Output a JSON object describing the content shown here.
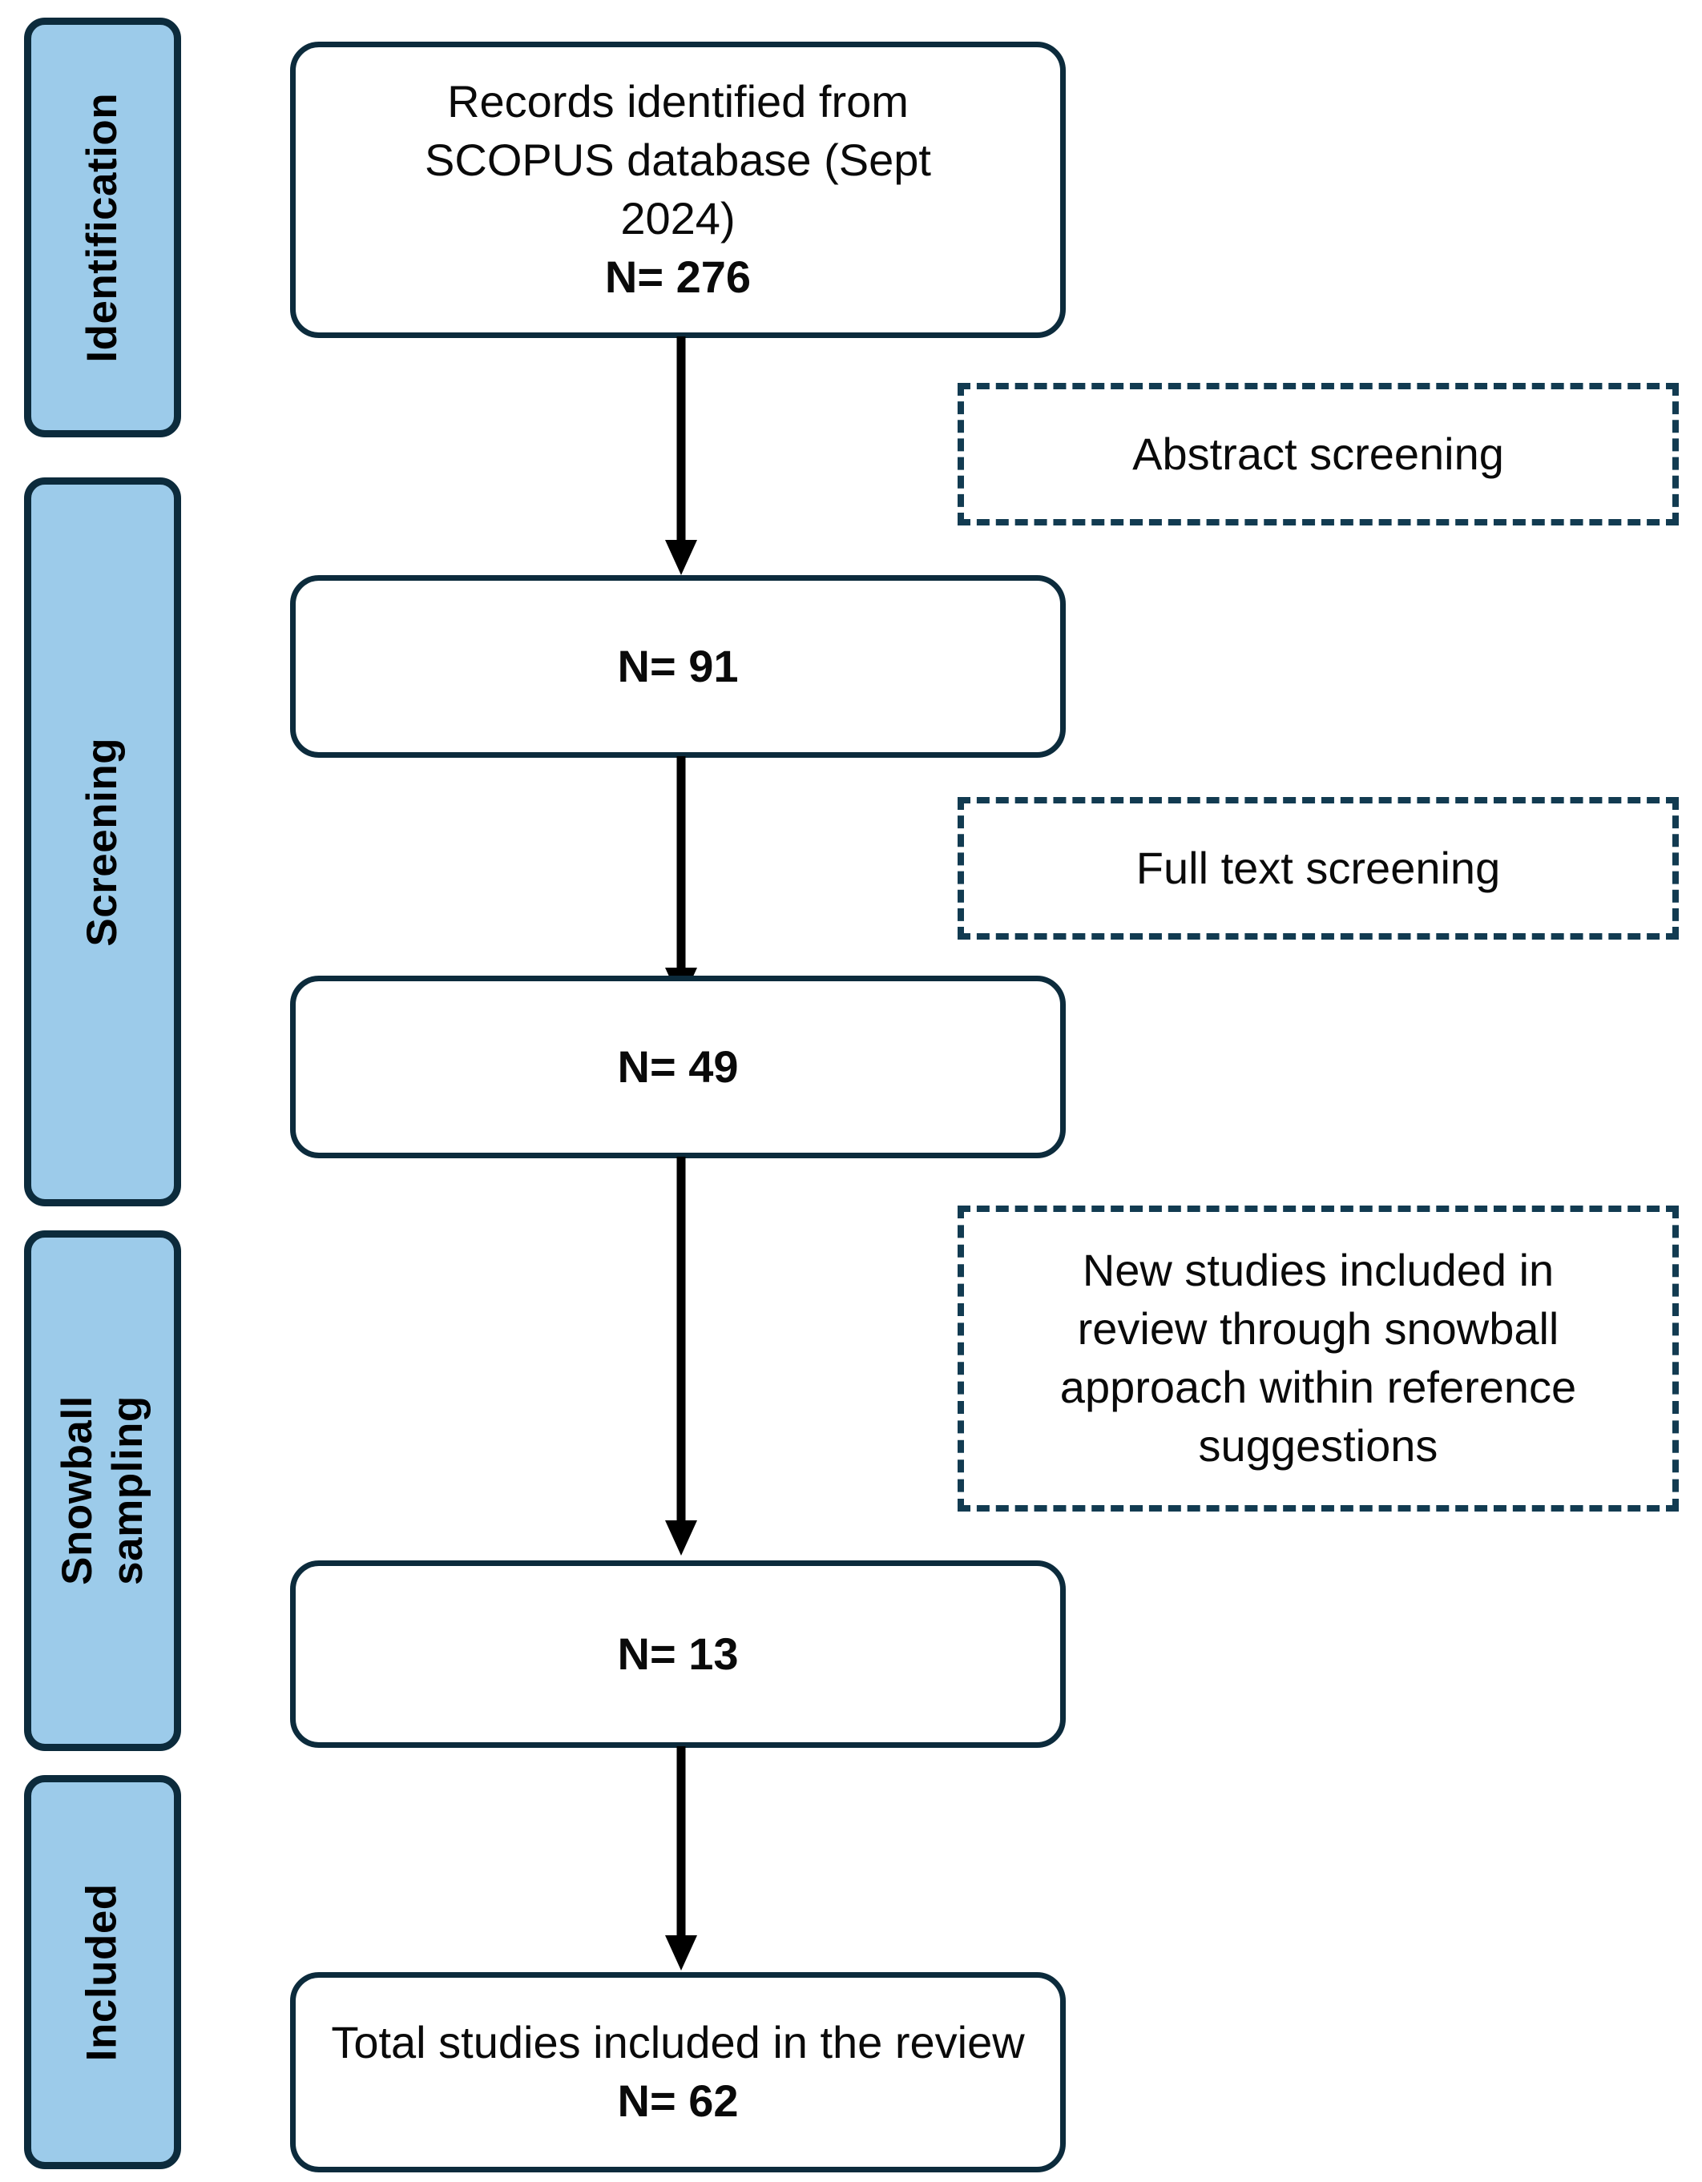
{
  "diagram": {
    "title": "PRISMA study selection flow diagram",
    "colors": {
      "stage_fill": "#9CCBEA",
      "stroke": "#0C2B3C",
      "dash_stroke": "#123B51",
      "arrow": "#000000",
      "box_fill": "#FFFFFF"
    },
    "stages": [
      {
        "id": "identification",
        "label": "Identification"
      },
      {
        "id": "screening",
        "label": "Screening"
      },
      {
        "id": "snowball",
        "label": "Snowball\nsampling"
      },
      {
        "id": "included",
        "label": "Included"
      }
    ],
    "flow_boxes": [
      {
        "id": "records-identified",
        "line1": "Records identified from",
        "line2": "SCOPUS database (Sept",
        "line3": "2024)",
        "count": "N= 276"
      },
      {
        "id": "after-abstract-screening",
        "count": "N= 91"
      },
      {
        "id": "after-full-text-screening",
        "count": "N= 49"
      },
      {
        "id": "after-snowball-sampling",
        "count": "N= 13"
      },
      {
        "id": "total-included",
        "text_prefix": "Total studies included in the review ",
        "count": "N= 62"
      }
    ],
    "notes": [
      {
        "id": "abstract-screening",
        "label": "Abstract screening"
      },
      {
        "id": "full-text-screening",
        "label": "Full text  screening"
      },
      {
        "id": "snowball-note",
        "label": "New studies included in\nreview through snowball\napproach within reference\nsuggestions"
      }
    ],
    "arrows": [
      {
        "id": "arrow-1",
        "from": "records-identified",
        "to": "after-abstract-screening"
      },
      {
        "id": "arrow-2",
        "from": "after-abstract-screening",
        "to": "after-full-text-screening"
      },
      {
        "id": "arrow-3",
        "from": "after-full-text-screening",
        "to": "after-snowball-sampling"
      },
      {
        "id": "arrow-4",
        "from": "after-snowball-sampling",
        "to": "total-included"
      }
    ]
  }
}
